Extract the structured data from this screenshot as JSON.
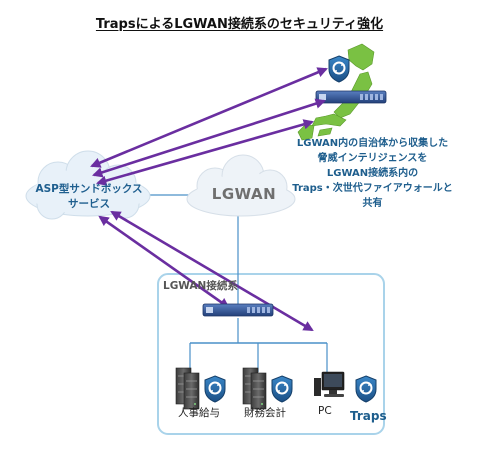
{
  "title": "TrapsによるLGWAN接続系のセキュリティ強化",
  "cloud_asp": {
    "line1": "ASP型サンドボックス",
    "line2": "サービス"
  },
  "cloud_lgwan": {
    "label": "LGWAN"
  },
  "note": {
    "lines": [
      "LGWAN内の自治体から収集した",
      "脅威インテリジェンスを",
      "LGWAN接続系内の",
      "Traps・次世代ファイアウォールと",
      "共有"
    ]
  },
  "connection_box": {
    "label": "LGWAN接続系"
  },
  "devices": [
    {
      "label": "人事給与"
    },
    {
      "label": "財務会計"
    },
    {
      "label": "PC"
    }
  ],
  "traps_label": "Traps",
  "colors": {
    "arrow": "#6a2ea0",
    "line_blue": "#4a90c8",
    "box_border": "#a9d3ea",
    "japan_green": "#7ac143",
    "text_blue": "#1e5e8d",
    "firewall": "#2e4f8f"
  },
  "icons": [
    "traps-shield-icon",
    "firewall-icon",
    "japan-map-icon",
    "server-icon",
    "pc-icon",
    "cloud-icon"
  ]
}
